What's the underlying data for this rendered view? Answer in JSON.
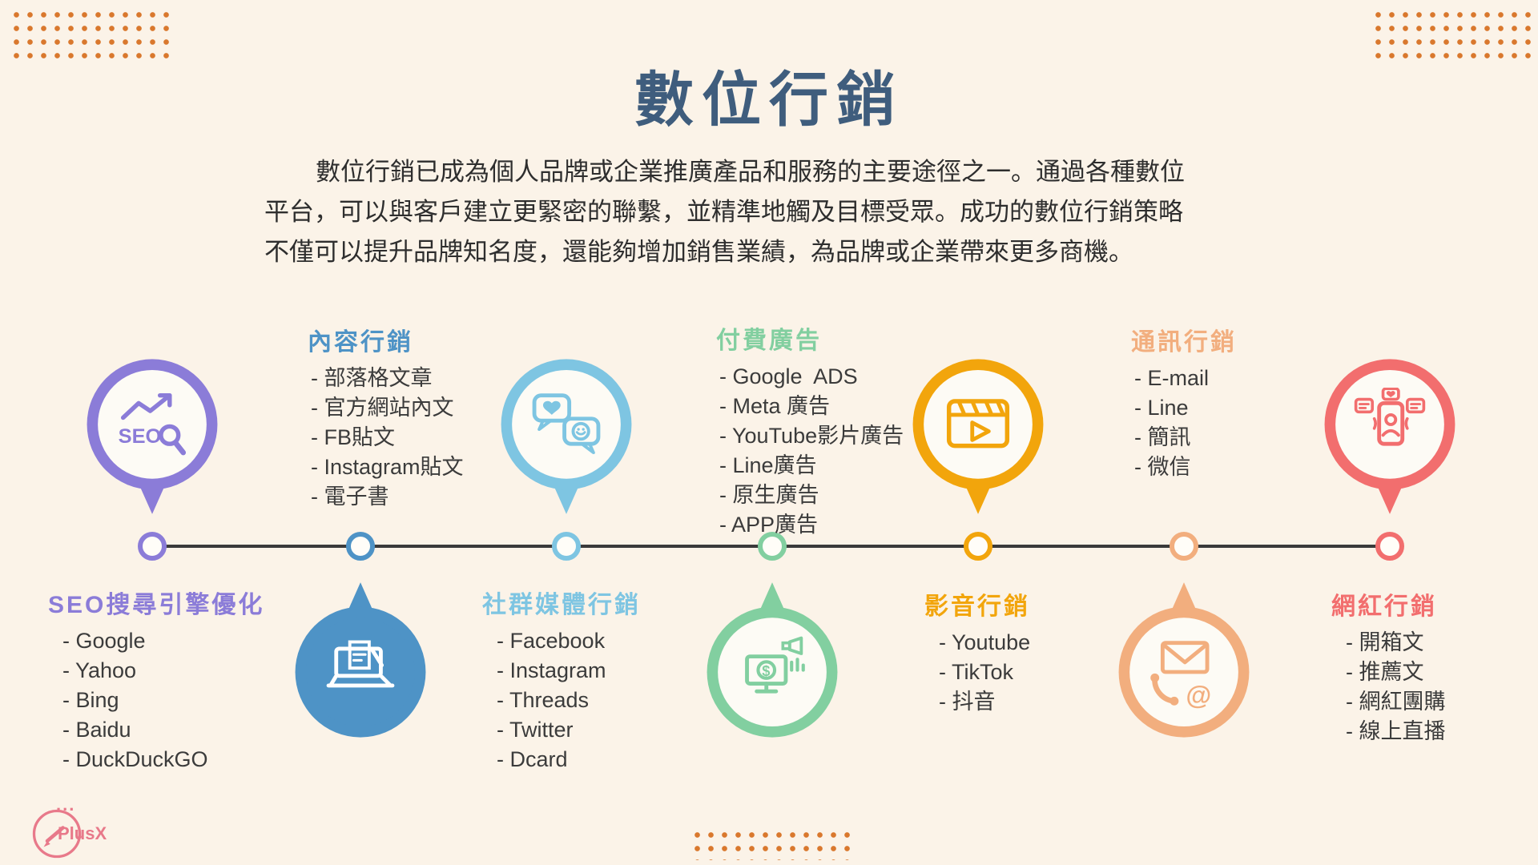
{
  "page": {
    "title": "數位行銷",
    "title_color": "#3F5D7D",
    "background_color": "#FBF3E8",
    "intro_lines": [
      "數位行銷已成為個人品牌或企業推廣產品和服務的主要途徑之一。通過各種數位",
      "平台，可以與客戶建立更緊密的聯繫，並精準地觸及目標受眾。成功的數位行銷策略",
      "不僅可以提升品牌知名度，還能夠增加銷售業績，為品牌或企業帶來更多商機。"
    ]
  },
  "timeline": {
    "line_color": "#3A3A3A",
    "dot_accent_color": "#D9782D"
  },
  "categories": [
    {
      "title": "SEO搜尋引擎優化",
      "color": "#8B7CD8",
      "icon": "seo-magnifier-icon",
      "items": [
        "- Google",
        "- Yahoo",
        "- Bing",
        "- Baidu",
        "- DuckDuckGO"
      ]
    },
    {
      "title": "內容行銷",
      "color": "#4E93C6",
      "icon": "laptop-writing-icon",
      "items": [
        "- 部落格文章",
        "- 官方網站內文",
        "- FB貼文",
        "- Instagram貼文",
        "- 電子書"
      ]
    },
    {
      "title": "社群媒體行銷",
      "color": "#7EC5E2",
      "icon": "chat-bubbles-icon",
      "items": [
        "- Facebook",
        "- Instagram",
        "- Threads",
        "- Twitter",
        "- Dcard"
      ]
    },
    {
      "title": "付費廣告",
      "color": "#82CFA0",
      "icon": "ads-computer-icon",
      "items": [
        "- Google  ADS",
        "- Meta 廣告",
        "- YouTube影片廣告",
        "- Line廣告",
        "- 原生廣告",
        "- APP廣告"
      ]
    },
    {
      "title": "影音行銷",
      "color": "#F2A50C",
      "icon": "clapperboard-icon",
      "items": [
        "- Youtube",
        "- TikTok",
        "- 抖音"
      ]
    },
    {
      "title": "通訊行銷",
      "color": "#F2AE7E",
      "icon": "mail-phone-icon",
      "items": [
        "- E-mail",
        "- Line",
        "- 簡訊",
        "- 微信"
      ]
    },
    {
      "title": "網紅行銷",
      "color": "#F26E6E",
      "icon": "influencer-phone-icon",
      "items": [
        "- 開箱文",
        "- 推薦文",
        "- 網紅團購",
        "- 線上直播"
      ]
    }
  ],
  "logo": {
    "dots": "...",
    "name": "PlusX",
    "color": "#E8798A"
  }
}
